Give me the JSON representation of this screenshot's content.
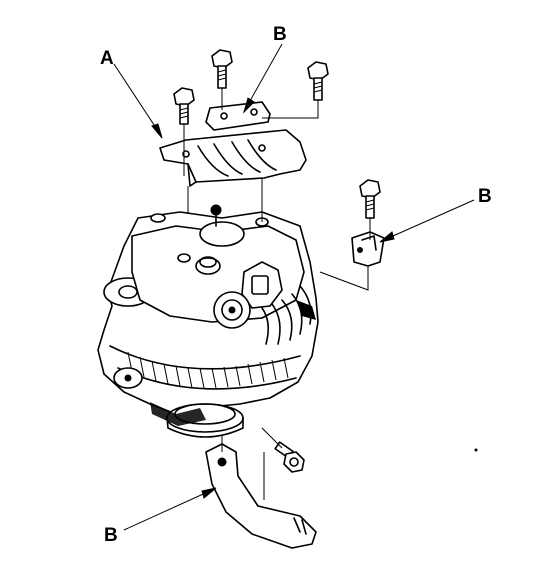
{
  "callouts": {
    "a": "A",
    "b_top": "B",
    "b_right": "B",
    "b_bottom": "B"
  },
  "parts": [
    "upper-bracket",
    "terminal-cover",
    "side-bracket",
    "lower-bracket",
    "alternator",
    "mounting-bolts"
  ],
  "colors": {
    "ink": "#000000",
    "paper": "#ffffff"
  }
}
